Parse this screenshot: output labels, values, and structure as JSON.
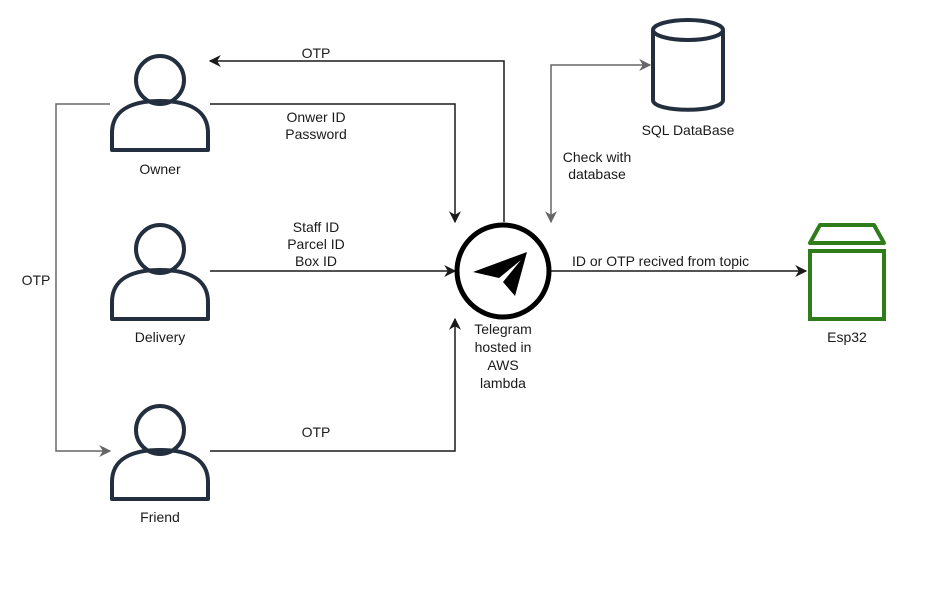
{
  "nodes": {
    "owner": {
      "label": "Owner",
      "icon": "user-icon"
    },
    "delivery": {
      "label": "Delivery",
      "icon": "user-icon"
    },
    "friend": {
      "label": "Friend",
      "icon": "user-icon"
    },
    "telegram": {
      "label_lines": [
        "Telegram",
        "hosted in",
        "AWS",
        "lambda"
      ],
      "icon": "telegram-icon"
    },
    "database": {
      "label": "SQL DataBase",
      "icon": "database-icon"
    },
    "esp32": {
      "label": "Esp32",
      "icon": "iot-thing-icon",
      "color": "#2e7d1a"
    }
  },
  "edges": {
    "owner_to_telegram": {
      "lines": [
        "Onwer ID",
        "Password"
      ]
    },
    "telegram_to_owner": {
      "label": "OTP"
    },
    "delivery_to_telegram": {
      "lines": [
        "Staff ID",
        "Parcel ID",
        "Box ID"
      ]
    },
    "friend_to_telegram": {
      "label": "OTP"
    },
    "owner_to_friend": {
      "label": "OTP"
    },
    "telegram_database": {
      "lines": [
        "Check with",
        "database"
      ]
    },
    "telegram_to_esp32": {
      "label": "ID or OTP recived from topic"
    }
  },
  "colors": {
    "icon_dark": "#232f3e",
    "line": "#1a1a1a",
    "line_grey": "#666666",
    "esp32_green": "#2e7d1a"
  }
}
